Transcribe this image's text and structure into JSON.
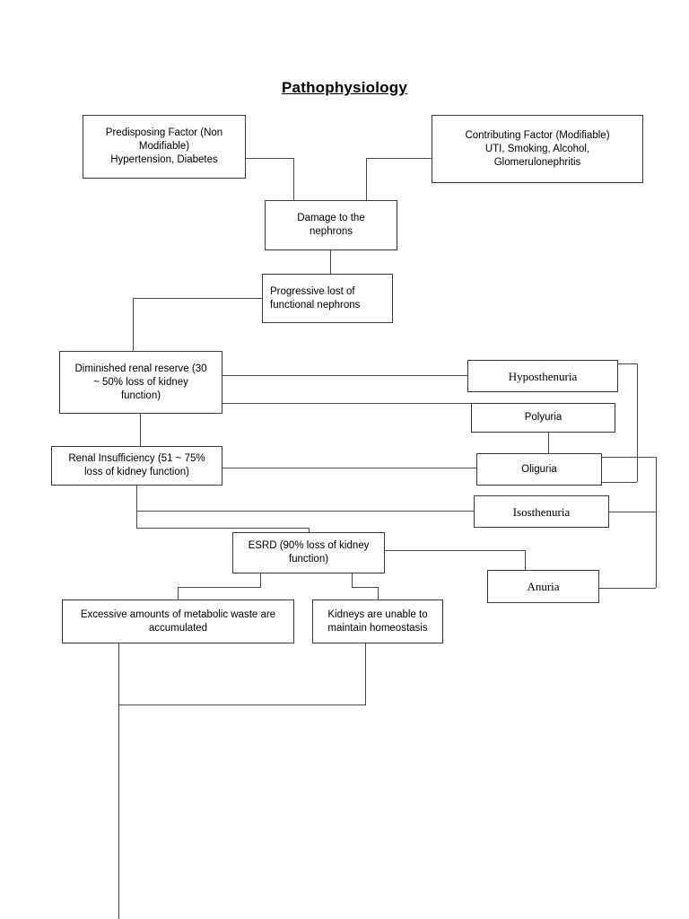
{
  "diagram": {
    "title": "Pathophysiology",
    "type": "flowchart",
    "topic": "Chronic Kidney Disease / ESRD pathophysiology",
    "nodes": [
      {
        "id": "predisposing",
        "label": "Predisposing Factor (Non Modifiable)\nHypertension, Diabetes",
        "align": "center",
        "font": "sans"
      },
      {
        "id": "contributing",
        "label": "Contributing Factor (Modifiable)\nUTI, Smoking, Alcohol,\nGlomerulonephritis",
        "align": "center",
        "font": "sans"
      },
      {
        "id": "damage",
        "label": "Damage to the\nnephrons",
        "align": "center",
        "font": "sans"
      },
      {
        "id": "progressive",
        "label": "Progressive lost of\nfunctional nephrons",
        "align": "left",
        "font": "sans"
      },
      {
        "id": "diminished",
        "label": "Diminished renal reserve (30\n~ 50% loss of kidney\nfunction)",
        "align": "center",
        "font": "sans"
      },
      {
        "id": "insufficiency",
        "label": "Renal Insufficiency (51 ~ 75%\nloss of kidney function)",
        "align": "center",
        "font": "sans"
      },
      {
        "id": "esrd",
        "label": "ESRD (90% loss of kidney\nfunction)",
        "align": "center",
        "font": "sans"
      },
      {
        "id": "hyposthenuria",
        "label": "Hyposthenuria",
        "align": "center",
        "font": "serif"
      },
      {
        "id": "polyuria",
        "label": "Polyuria",
        "align": "center",
        "font": "sans"
      },
      {
        "id": "oliguria",
        "label": "Oliguria",
        "align": "center",
        "font": "sans"
      },
      {
        "id": "isosthenuria",
        "label": "Isosthenuria",
        "align": "center",
        "font": "serif"
      },
      {
        "id": "anuria",
        "label": "Anuria",
        "align": "center",
        "font": "serif"
      },
      {
        "id": "waste",
        "label": "Excessive amounts of metabolic waste are\naccumulated",
        "align": "center",
        "font": "sans"
      },
      {
        "id": "homeostasis",
        "label": "Kidneys are unable to\nmaintain homeostasis",
        "align": "center",
        "font": "sans"
      }
    ],
    "edges": [
      {
        "from": "predisposing",
        "to": "damage"
      },
      {
        "from": "contributing",
        "to": "damage"
      },
      {
        "from": "damage",
        "to": "progressive"
      },
      {
        "from": "progressive",
        "to": "diminished"
      },
      {
        "from": "diminished",
        "to": "insufficiency"
      },
      {
        "from": "diminished",
        "to": "hyposthenuria"
      },
      {
        "from": "diminished",
        "to": "polyuria"
      },
      {
        "from": "insufficiency",
        "to": "esrd"
      },
      {
        "from": "insufficiency",
        "to": "oliguria"
      },
      {
        "from": "insufficiency",
        "to": "isosthenuria"
      },
      {
        "from": "polyuria",
        "to": "oliguria"
      },
      {
        "from": "esrd",
        "to": "anuria"
      },
      {
        "from": "esrd",
        "to": "waste"
      },
      {
        "from": "esrd",
        "to": "homeostasis"
      },
      {
        "from": "waste",
        "to": "continuation"
      },
      {
        "from": "homeostasis",
        "to": "continuation"
      }
    ],
    "colors": {
      "border": "#3a3a3a",
      "connector": "#4a4a4a",
      "text": "#000000",
      "background": "#ffffff"
    }
  }
}
